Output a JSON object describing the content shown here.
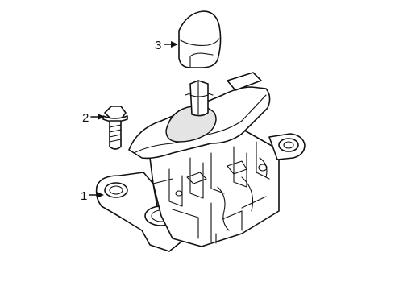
{
  "diagram": {
    "callouts": [
      {
        "id": "1",
        "text": "1",
        "part": "shifter-housing"
      },
      {
        "id": "2",
        "text": "2",
        "part": "bolt"
      },
      {
        "id": "3",
        "text": "3",
        "part": "shift-knob"
      }
    ],
    "colors": {
      "line": "#111111",
      "fill": "#ffffff",
      "shade": "#e4e4e4"
    }
  }
}
